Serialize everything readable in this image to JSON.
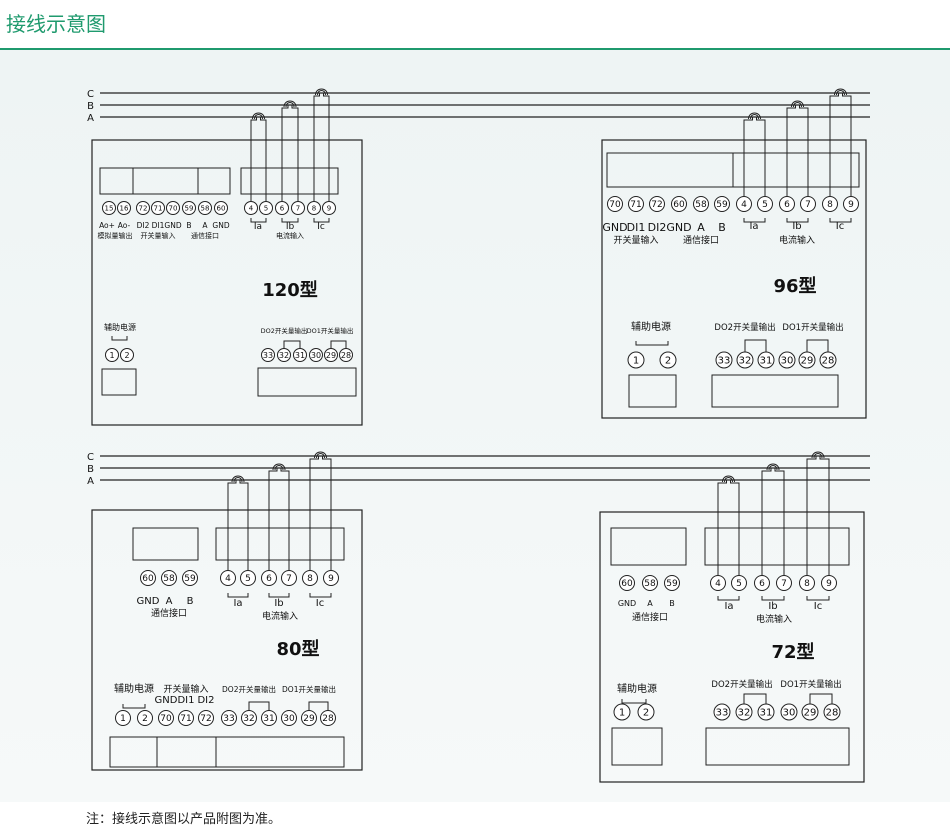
{
  "title": "接线示意图",
  "note": "注：接线示意图以产品附图为准。",
  "phases": [
    "C",
    "B",
    "A"
  ],
  "meters": [
    {
      "model": "120型",
      "terminals": [
        "15",
        "16",
        "72",
        "71",
        "70",
        "59",
        "58",
        "60",
        "4",
        "5",
        "6",
        "7",
        "8",
        "9"
      ],
      "terminal_labels": [
        "Ao+",
        "Ao-",
        "DI2",
        "DI1",
        "GND",
        "B",
        "A",
        "GND"
      ],
      "group_labels": [
        "模拟量输出",
        "开关量输入",
        "通信接口",
        "电流输入"
      ],
      "current_labels": [
        "Ia",
        "Ib",
        "Ic"
      ],
      "aux_power": "辅助电源",
      "aux_terminals": [
        "1",
        "2"
      ],
      "relay_labels": [
        "DO2开关量输出",
        "DO1开关量输出"
      ],
      "relay_terminals": [
        "33",
        "32",
        "31",
        "30",
        "29",
        "28"
      ]
    },
    {
      "model": "96型",
      "terminals": [
        "70",
        "71",
        "72",
        "60",
        "58",
        "59",
        "4",
        "5",
        "6",
        "7",
        "8",
        "9"
      ],
      "terminal_labels": [
        "GND",
        "DI1",
        "DI2",
        "GND",
        "A",
        "B"
      ],
      "group_labels": [
        "开关量输入",
        "通信接口",
        "电流输入"
      ],
      "current_labels": [
        "Ia",
        "Ib",
        "Ic"
      ],
      "aux_power": "辅助电源",
      "aux_terminals": [
        "1",
        "2"
      ],
      "relay_labels": [
        "DO2开关量输出",
        "DO1开关量输出"
      ],
      "relay_terminals": [
        "33",
        "32",
        "31",
        "30",
        "29",
        "28"
      ]
    },
    {
      "model": "80型",
      "terminals": [
        "60",
        "58",
        "59",
        "4",
        "5",
        "6",
        "7",
        "8",
        "9"
      ],
      "terminal_labels": [
        "GND",
        "A",
        "B"
      ],
      "group_labels": [
        "通信接口",
        "电流输入"
      ],
      "current_labels": [
        "Ia",
        "Ib",
        "Ic"
      ],
      "aux_power": "辅助电源",
      "aux_terminals": [
        "1",
        "2"
      ],
      "switch_input": "开关量输入",
      "switch_terminal_labels": [
        "GND",
        "DI1",
        "DI2"
      ],
      "switch_terminals": [
        "70",
        "71",
        "72"
      ],
      "relay_labels": [
        "DO2开关量输出",
        "DO1开关量输出"
      ],
      "relay_terminals": [
        "33",
        "32",
        "31",
        "30",
        "29",
        "28"
      ]
    },
    {
      "model": "72型",
      "terminals": [
        "60",
        "58",
        "59",
        "4",
        "5",
        "6",
        "7",
        "8",
        "9"
      ],
      "terminal_labels": [
        "GND",
        "A",
        "B"
      ],
      "group_labels": [
        "通信接口",
        "电流输入"
      ],
      "current_labels": [
        "Ia",
        "Ib",
        "Ic"
      ],
      "aux_power": "辅助电源",
      "aux_terminals": [
        "1",
        "2"
      ],
      "relay_labels": [
        "DO2开关量输出",
        "DO1开关量输出"
      ],
      "relay_terminals": [
        "33",
        "32",
        "31",
        "30",
        "29",
        "28"
      ]
    }
  ]
}
